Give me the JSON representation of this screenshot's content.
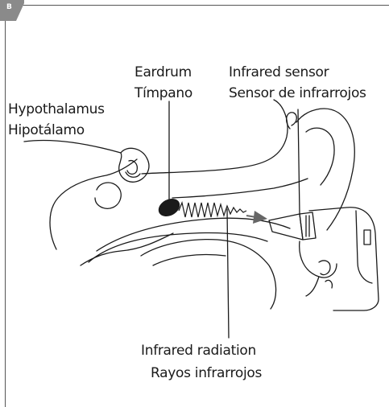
{
  "panel": {
    "letter": "B"
  },
  "labels": {
    "hypothalamus_en": "Hypothalamus",
    "hypothalamus_es": "Hipotálamo",
    "eardrum_en": "Eardrum",
    "eardrum_es": "Tímpano",
    "sensor_en": "Infrared sensor",
    "sensor_es": "Sensor de infrarrojos",
    "radiation_en": "Infrared radiation",
    "radiation_es": "Rayos infrarrojos"
  },
  "colors": {
    "line": "#1a1a1a",
    "frame": "#555555",
    "badge": "#8a8a8a"
  }
}
